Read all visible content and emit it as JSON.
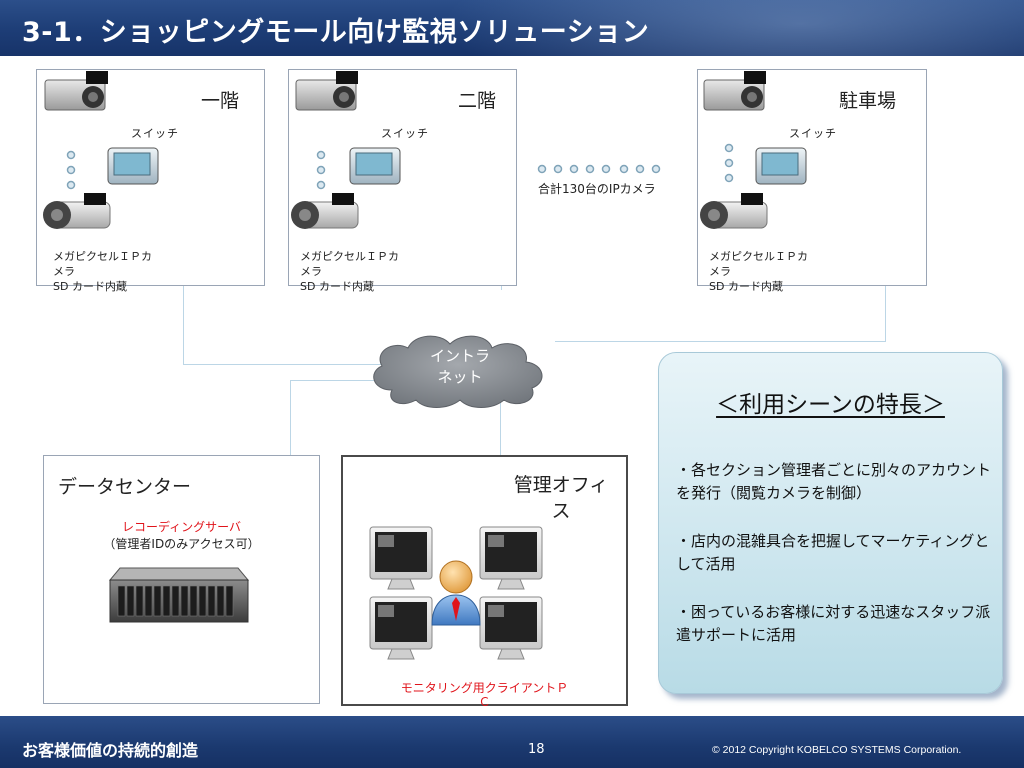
{
  "title": "3-1．ショッピングモール向け監視ソリューション",
  "floors": [
    {
      "name": "一階",
      "switch": "スイッチ",
      "camera_line1": "メガピクセルＩＰカ",
      "camera_line2": "メラ",
      "camera_line3": "SD カード内蔵"
    },
    {
      "name": "二階",
      "switch": "スイッチ",
      "camera_line1": "メガピクセルＩＰカ",
      "camera_line2": "メラ",
      "camera_line3": "SD カード内蔵"
    },
    {
      "name": "駐車場",
      "switch": "スイッチ",
      "camera_line1": "メガピクセルＩＰカ",
      "camera_line2": "メラ",
      "camera_line3": "SD カード内蔵"
    }
  ],
  "total_cameras": "合計130台のIPカメラ",
  "cloud_line1": "イントラ",
  "cloud_line2": "ネット",
  "datacenter": {
    "title": "データセンター",
    "server_label": "レコーディングサーバ",
    "server_note": "（管理者IDのみアクセス可）"
  },
  "office": {
    "title_line1": "管理オフィ",
    "title_line2": "ス",
    "client_label_line1": "モニタリング用クライアントＰ",
    "client_label_line2": "Ｃ"
  },
  "panel": {
    "title": "＜利用シーンの特長＞",
    "points": [
      "・各セクション管理者ごとに別々のアカウントを発行（閲覧カメラを制御）",
      "・店内の混雑具合を把握してマーケティングとして活用",
      "・困っているお客様に対する迅速なスタッフ派遣サポートに活用"
    ]
  },
  "footer": {
    "tagline": "お客様価値の持続的創造",
    "page": "18",
    "copyright": "©  2012 Copyright  KOBELCO SYSTEMS Corporation."
  },
  "colors": {
    "header": "#1d3d76",
    "accent_red": "#e0141b",
    "panel": "#cfe7ef"
  }
}
